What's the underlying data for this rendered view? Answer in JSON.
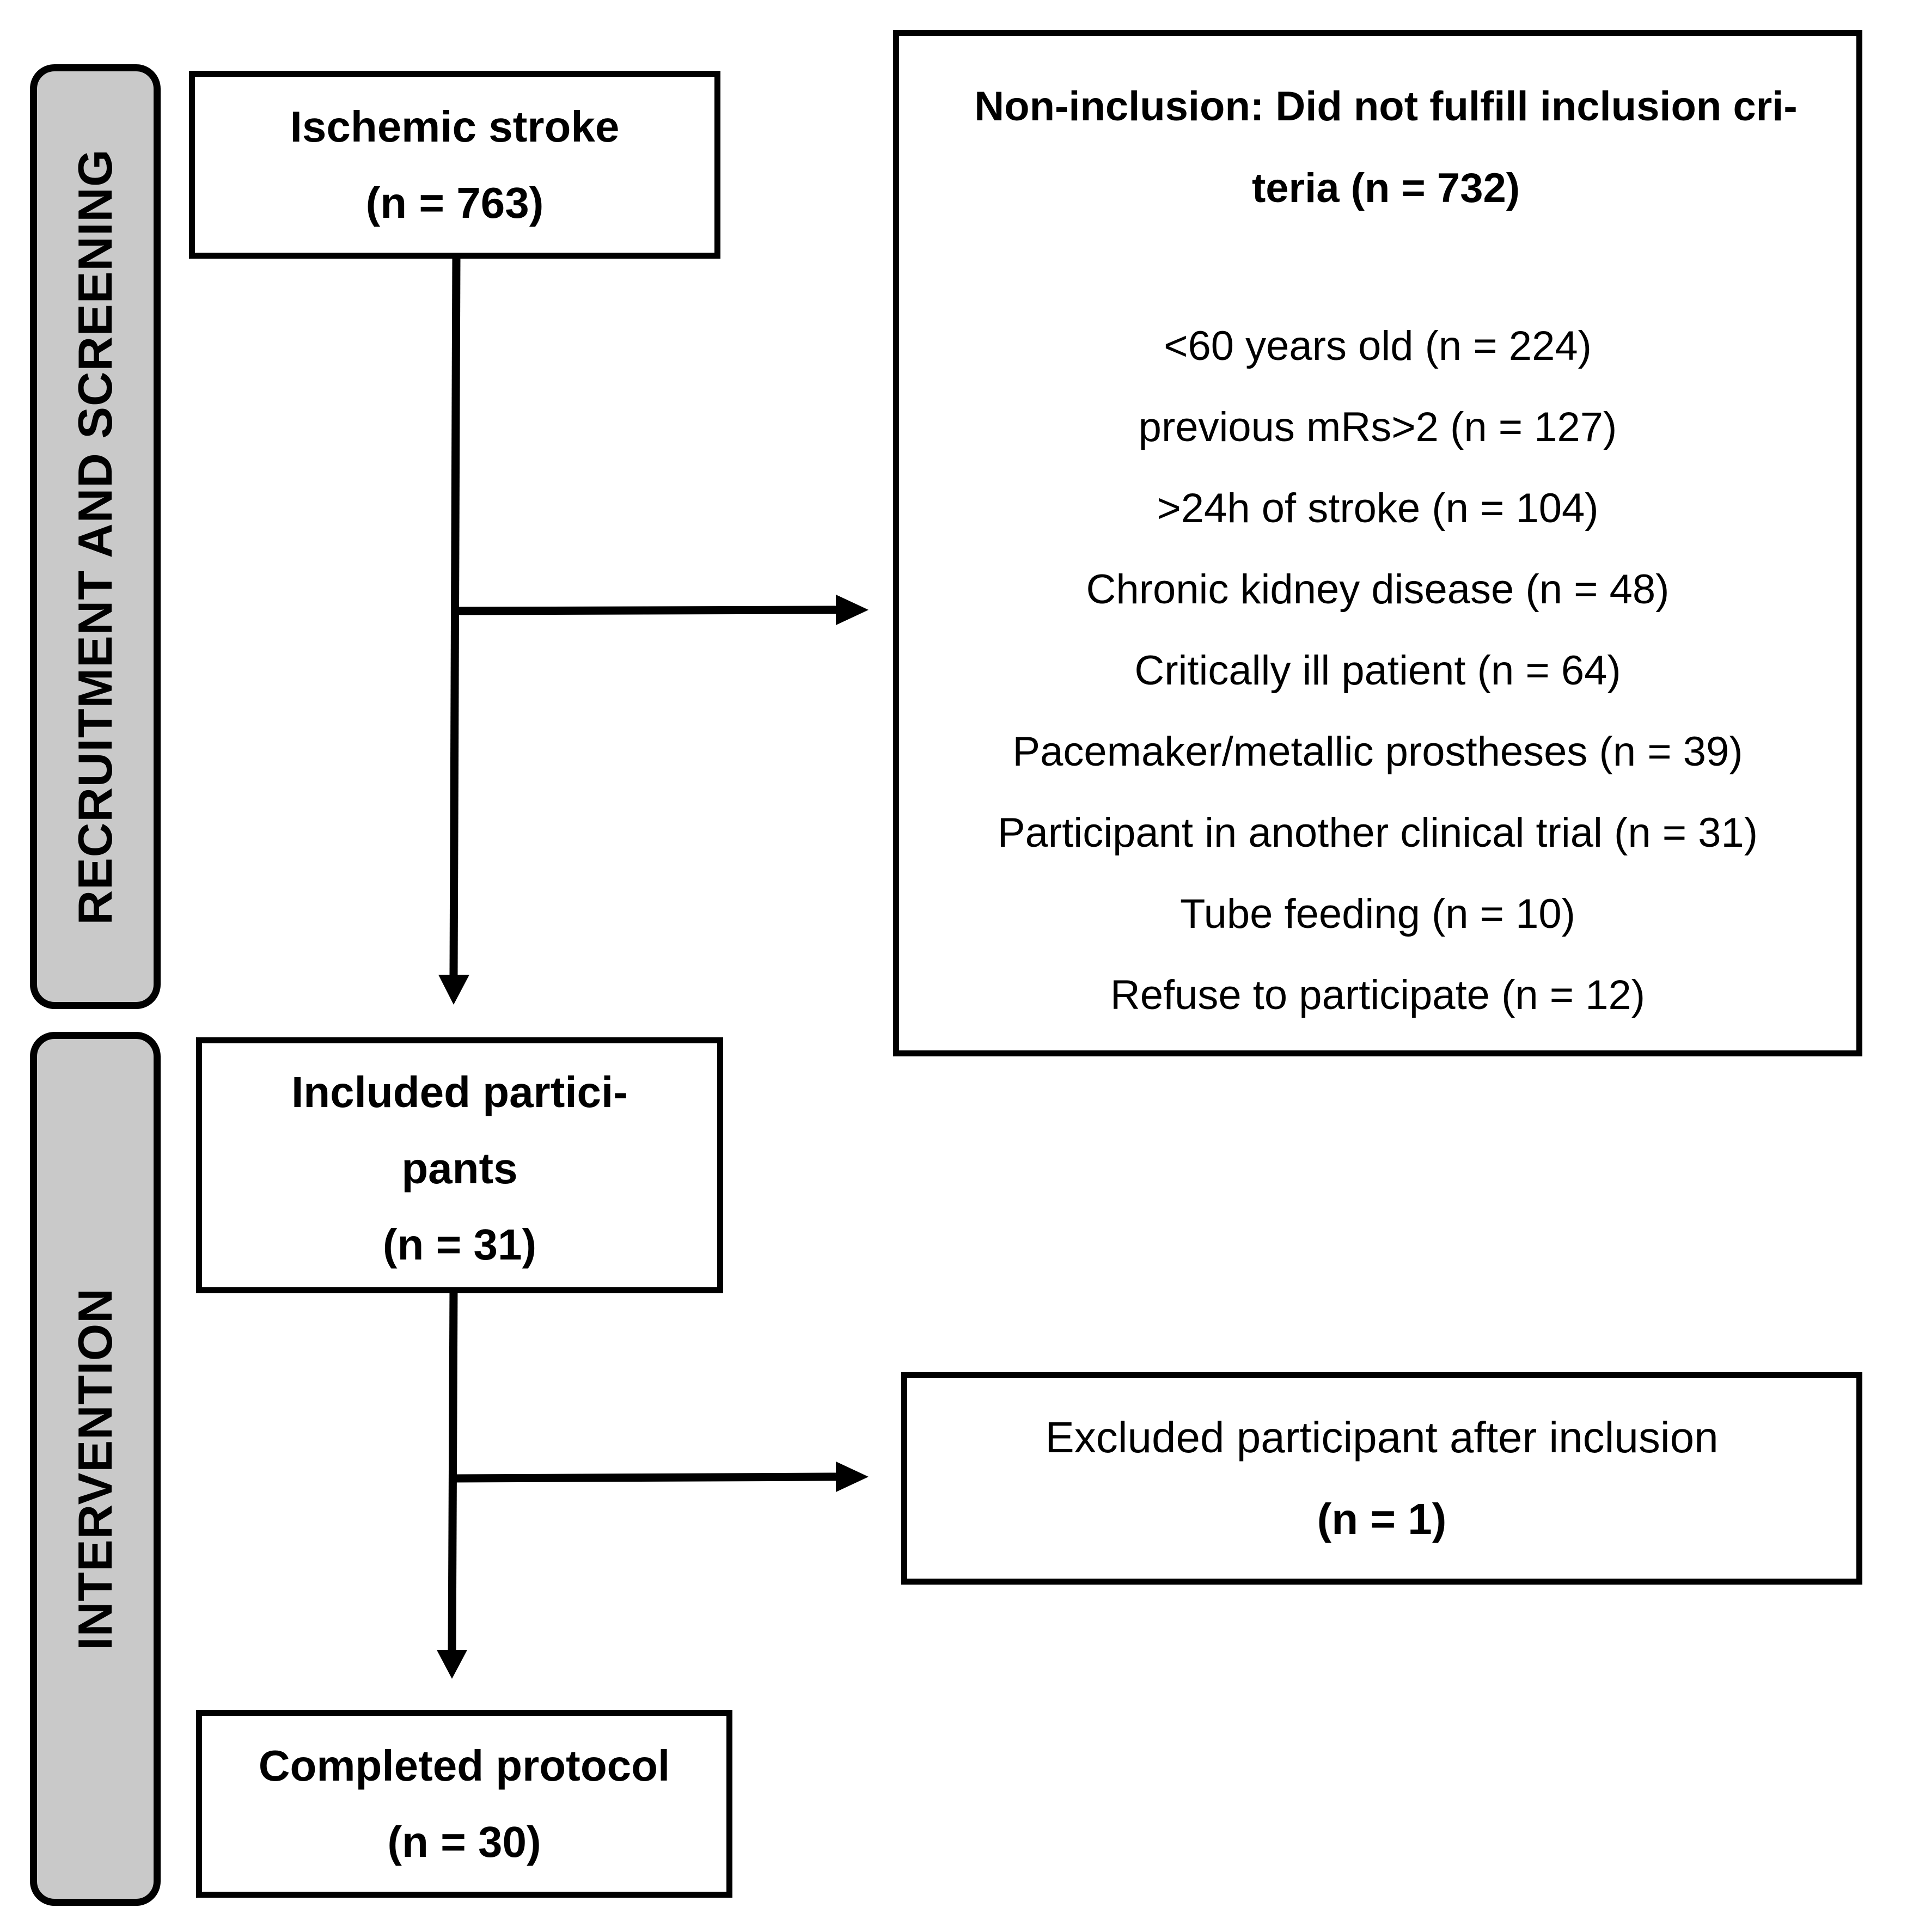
{
  "phases": {
    "recruitment": "RECRUITMENT AND SCREENING",
    "intervention": "INTERVENTION"
  },
  "boxes": {
    "ischemic": {
      "line1": "Ischemic stroke",
      "line2": "(n = 763)"
    },
    "non_inclusion": {
      "title_line1": "Non-inclusion: Did not fulfill inclusion cri-",
      "title_line2": "teria (n = 732)",
      "reasons": [
        "<60 years old (n = 224)",
        "previous mRs>2 (n = 127)",
        ">24h of stroke (n = 104)",
        "Chronic kidney disease (n = 48)",
        "Critically ill patient (n = 64)",
        "Pacemaker/metallic prostheses (n = 39)",
        "Participant in another clinical trial (n = 31)",
        "Tube feeding (n = 10)",
        "Refuse to participate (n = 12)"
      ]
    },
    "included": {
      "line1": "Included partici-",
      "line2": "pants",
      "line3": "(n = 31)"
    },
    "excluded": {
      "line1": "Excluded participant after inclusion",
      "line2": "(n = 1)"
    },
    "completed": {
      "line1": "Completed protocol",
      "line2": "(n = 30)"
    }
  }
}
